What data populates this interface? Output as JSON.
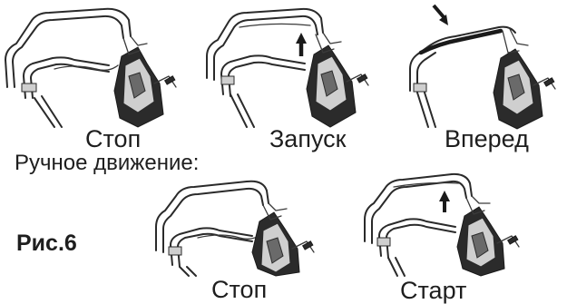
{
  "figure_label": "Рис.6",
  "manual_section_label": "Ручное движение:",
  "top_row": [
    {
      "caption": "Стоп",
      "illustration": "handle-stop-diagram"
    },
    {
      "caption": "Запуск",
      "illustration": "handle-start-diagram"
    },
    {
      "caption": "Вперед",
      "illustration": "handle-forward-diagram"
    }
  ],
  "bottom_row": [
    {
      "caption": "Стоп",
      "illustration": "handle-manual-stop-diagram"
    },
    {
      "caption": "Старт",
      "illustration": "handle-manual-start-diagram"
    }
  ],
  "colors": {
    "ink": "#1e1e1e",
    "background": "#ffffff"
  }
}
